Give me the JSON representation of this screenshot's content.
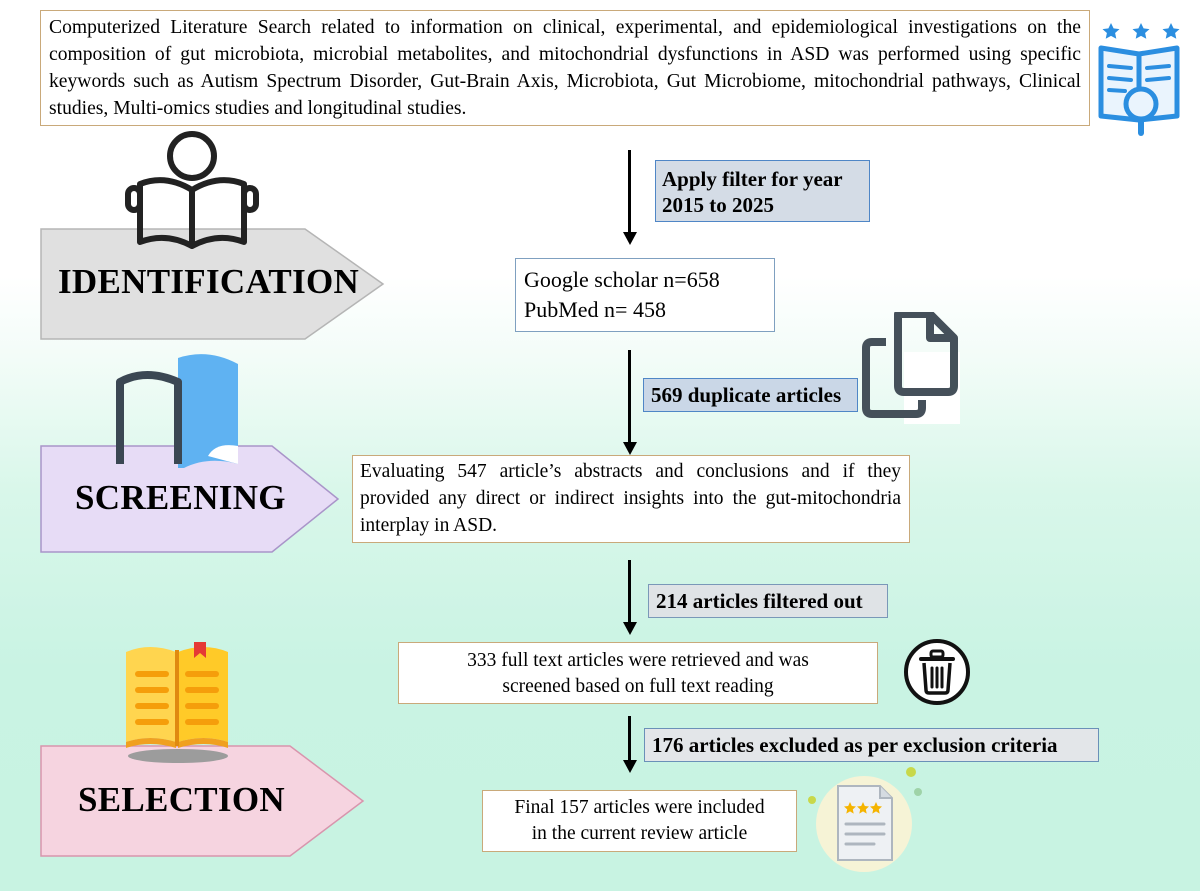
{
  "intro_text": "Computerized Literature Search related to information on clinical, experimental, and epidemiological investigations on the composition of gut microbiota, microbial metabolites, and mitochondrial dysfunctions in ASD was performed using specific keywords such as Autism Spectrum Disorder, Gut-Brain Axis, Microbiota, Gut Microbiome, mitochondrial pathways, Clinical studies, Multi-omics studies and longitudinal studies.",
  "stages": {
    "identification": "IDENTIFICATION",
    "screening": "SCREENING",
    "selection": "SELECTION"
  },
  "filters": {
    "year_line1": "Apply filter for year",
    "year_line2": "2015 to 2025",
    "duplicates": "569 duplicate articles",
    "filtered_out": "214 articles filtered out",
    "excluded": "176 articles excluded as per exclusion criteria"
  },
  "boxes": {
    "sources_line1": "Google scholar n=658",
    "sources_line2": "PubMed n= 458",
    "screening_text": "Evaluating 547 article’s abstracts and conclusions and if they provided any direct or indirect insights into the gut-mitochondria interplay in ASD.",
    "retrieved_line1": "333 full text articles were retrieved and was",
    "retrieved_line2": "screened based on full text reading",
    "final_line1": "Final 157 articles were included",
    "final_line2": "in the current review article"
  },
  "icons": {
    "search": "literature-search-icon",
    "reader": "person-reading-icon",
    "open_book": "open-book-icon",
    "copy": "duplicate-copy-icon",
    "trash": "trash-bin-icon",
    "yellow_book": "yellow-book-icon",
    "document": "rated-document-icon"
  },
  "colors": {
    "box_border": "#c9a97a",
    "filter_fill": "#d4dce6",
    "filter_border": "#4f86c6",
    "identification_fill": "#e0e0e0",
    "screening_fill": "#e7dcf6",
    "selection_fill": "#f6d4e0"
  }
}
